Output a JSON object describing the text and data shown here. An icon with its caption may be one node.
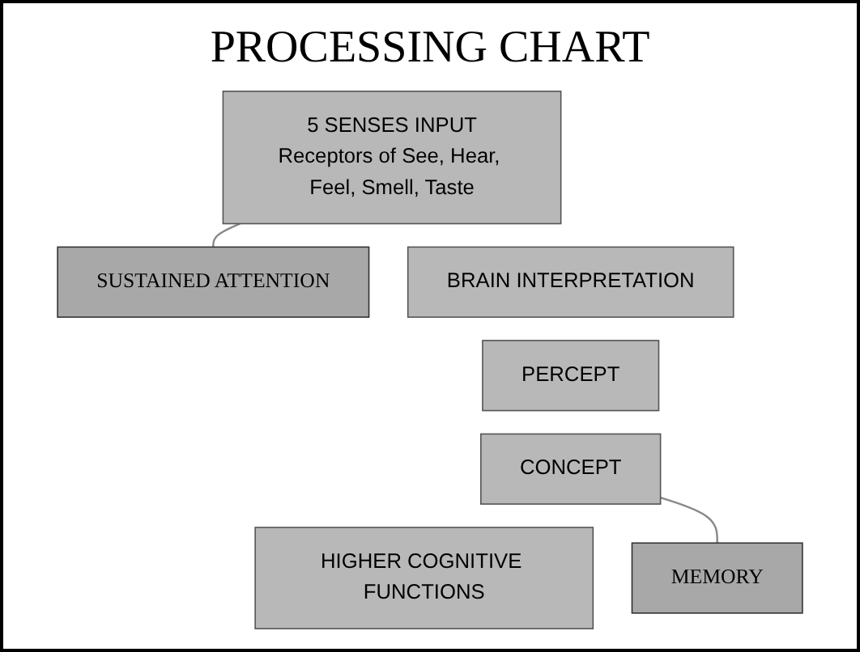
{
  "diagram": {
    "title": "PROCESSING CHART",
    "nodes": [
      {
        "text": [
          "5 SENSES INPUT",
          "Receptors of See, Hear, Feel, Smell, Taste"
        ]
      },
      {
        "text": [
          "SUSTAINED ATTENTION"
        ]
      },
      {
        "text": [
          "BRAIN INTERPRETATION"
        ]
      },
      {
        "text": [
          "PERCEPT"
        ]
      },
      {
        "text": [
          "CONCEPT"
        ]
      },
      {
        "text": [
          "MEMORY"
        ]
      },
      {
        "text": [
          "HIGHER COGNITIVE FUNCTIONS"
        ]
      }
    ],
    "edges": [
      {
        "from": 0,
        "to": 1,
        "arrow": "none"
      },
      {
        "from": 4,
        "to": 5,
        "arrow": "none"
      }
    ]
  }
}
